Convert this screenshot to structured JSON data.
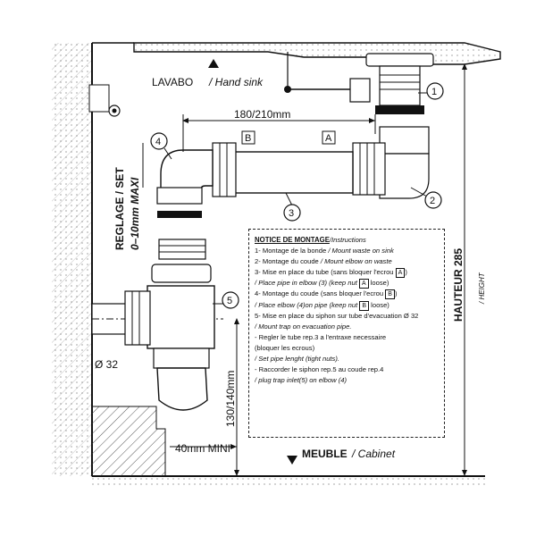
{
  "labels": {
    "lavabo": "LAVABO",
    "hand_sink": "/ Hand sink",
    "dimension_top": "180/210mm",
    "part_A": "A",
    "part_B": "B",
    "reglage": "REGLAGE / SET",
    "reglage_range": "0–10mm MAXI",
    "diameter": "Ø 32",
    "height_range": "130/140mm",
    "mini": "40mm MINI",
    "meuble": "MEUBLE",
    "cabinet": "/ Cabinet",
    "hauteur": "HAUTEUR 285",
    "height_en": "/ HEIGHT"
  },
  "callouts": [
    "1",
    "2",
    "3",
    "4",
    "5"
  ],
  "notice": {
    "title_fr": "NOTICE DE MONTAGE",
    "title_en": "/Instructions",
    "lines": [
      {
        "fr": "1- Montage de la bonde",
        "en": "/ Mount waste on sink"
      },
      {
        "fr": "2- Montage du coude",
        "en": "/ Mount elbow on waste"
      },
      {
        "fr": "3- Mise en place du tube (sans bloquer l'ecrou",
        "box": "A",
        "tail": ")"
      },
      {
        "fr": "",
        "en": "/ Place pipe in elbow (3) (keep nut",
        "box": "A",
        "tail": " loose)"
      },
      {
        "fr": "4- Montage du coude (sans bloquer l'ecrou",
        "box": "B",
        "tail": ")"
      },
      {
        "fr": "",
        "en": "/ Place elbow (4)on pipe (keep nut",
        "box": "B",
        "tail": " loose)"
      },
      {
        "fr": "5- Mise en place du siphon sur tube d'evacuation Ø 32",
        "en": ""
      },
      {
        "fr": "",
        "en": "/ Mount trap on evacuation pipe."
      },
      {
        "fr": " - Regler le tube rep.3 a l'entraxe necessaire",
        "en": ""
      },
      {
        "fr": "(bloquer les ecrous)",
        "en": ""
      },
      {
        "fr": "",
        "en": "/ Set pipe lenght (tight nuts)."
      },
      {
        "fr": " - Raccorder le siphon rep.5 au coude rep.4",
        "en": ""
      },
      {
        "fr": "",
        "en": "/ plug trap inlet(5) on elbow (4)"
      }
    ]
  }
}
